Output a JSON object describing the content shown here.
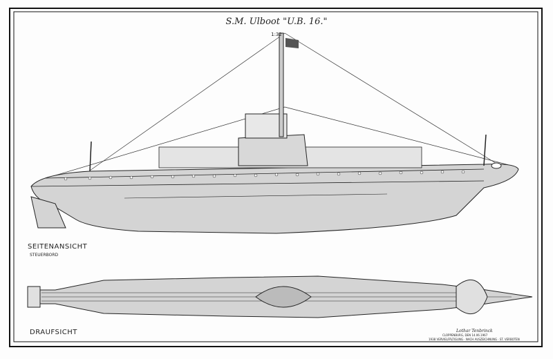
{
  "drawing": {
    "title": "S.M. Ulboot \"U.B. 16.\"",
    "scale": "1:32",
    "side_view_label": "SEITENANSICHT",
    "side_view_sublabel": "STEUERBORD",
    "top_view_label": "DRAUFSICHT",
    "signature": "Lothar Tenbrinck",
    "place_date": "CLOPPENBURG, DEN 14.06.1967",
    "footer": "1938 VERVIELFÄLTIGUNG · NACH AUSZEICHNUNG · ST. VERBOTEN"
  },
  "colors": {
    "hull": "#d4d4d4",
    "line": "#222222",
    "background": "#fdfdfd"
  }
}
